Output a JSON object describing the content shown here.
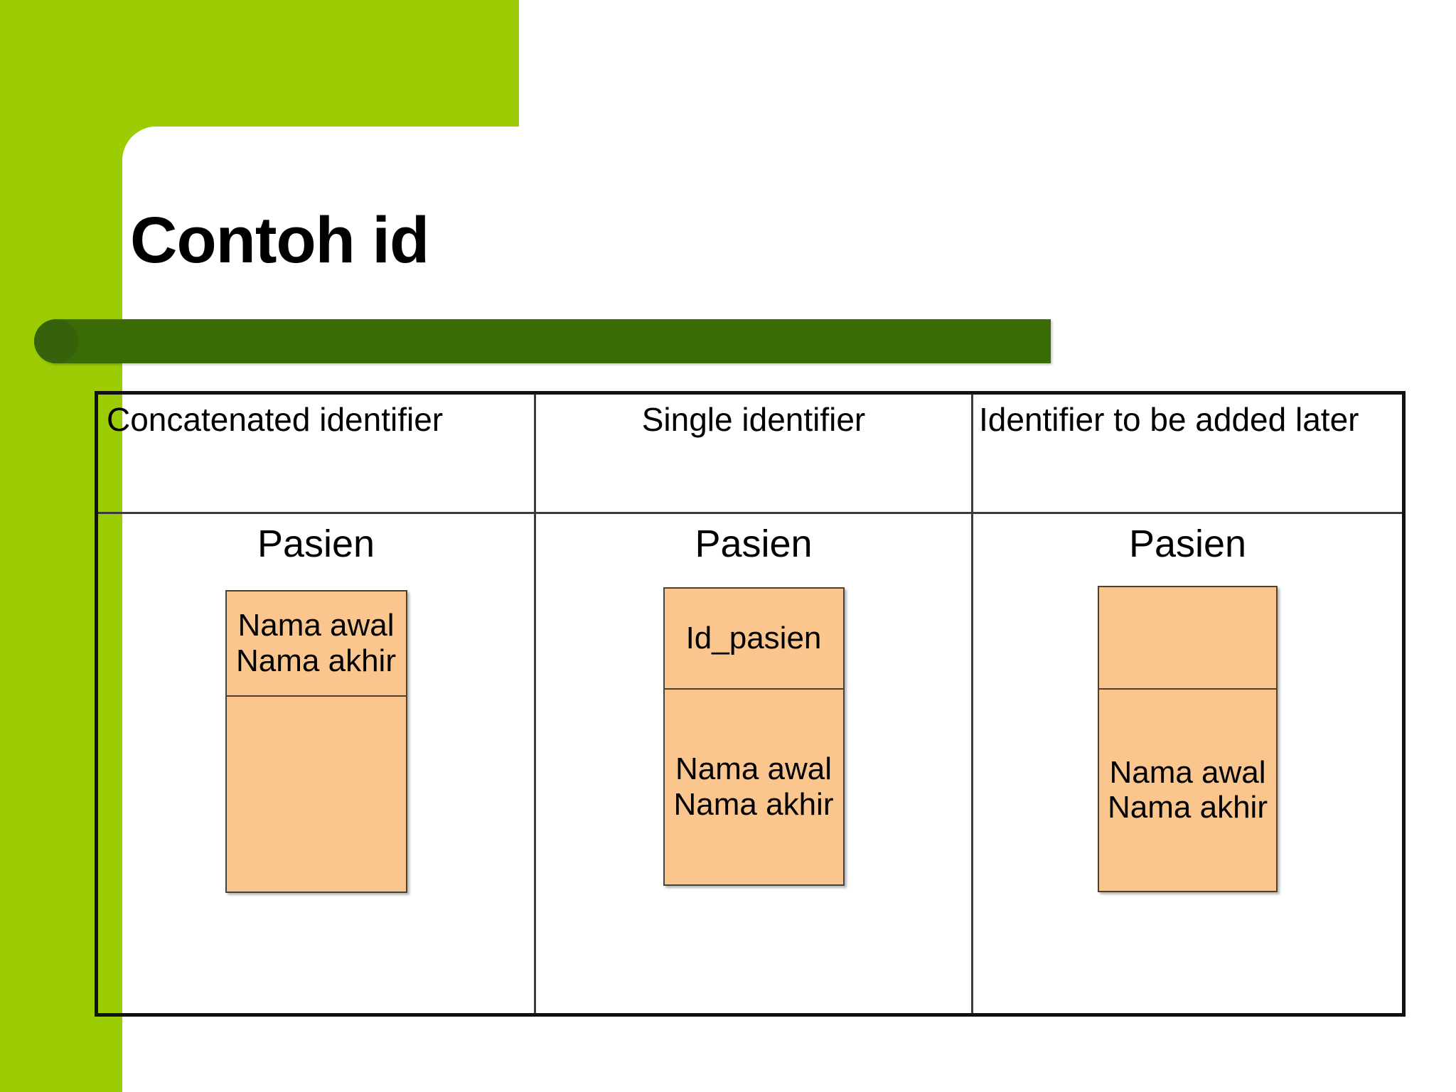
{
  "slide": {
    "title": "Contoh id",
    "accent_green": "#9BCC04",
    "bar_green": "#3A6B06",
    "entity_fill": "#FAC68E",
    "entity_border": "#4a4133"
  },
  "table": {
    "headers": [
      "Concatenated identifier",
      "Single identifier",
      "Identifier to be added later"
    ],
    "columns": [
      {
        "entity_name": "Pasien",
        "box": {
          "top_segment": "Nama awal\nNama akhir",
          "bottom_segment": ""
        }
      },
      {
        "entity_name": "Pasien",
        "box": {
          "top_segment": "Id_pasien",
          "bottom_segment": "Nama awal\nNama akhir"
        }
      },
      {
        "entity_name": "Pasien",
        "box": {
          "top_segment": "",
          "bottom_segment": "Nama awal\nNama akhir"
        }
      }
    ]
  }
}
